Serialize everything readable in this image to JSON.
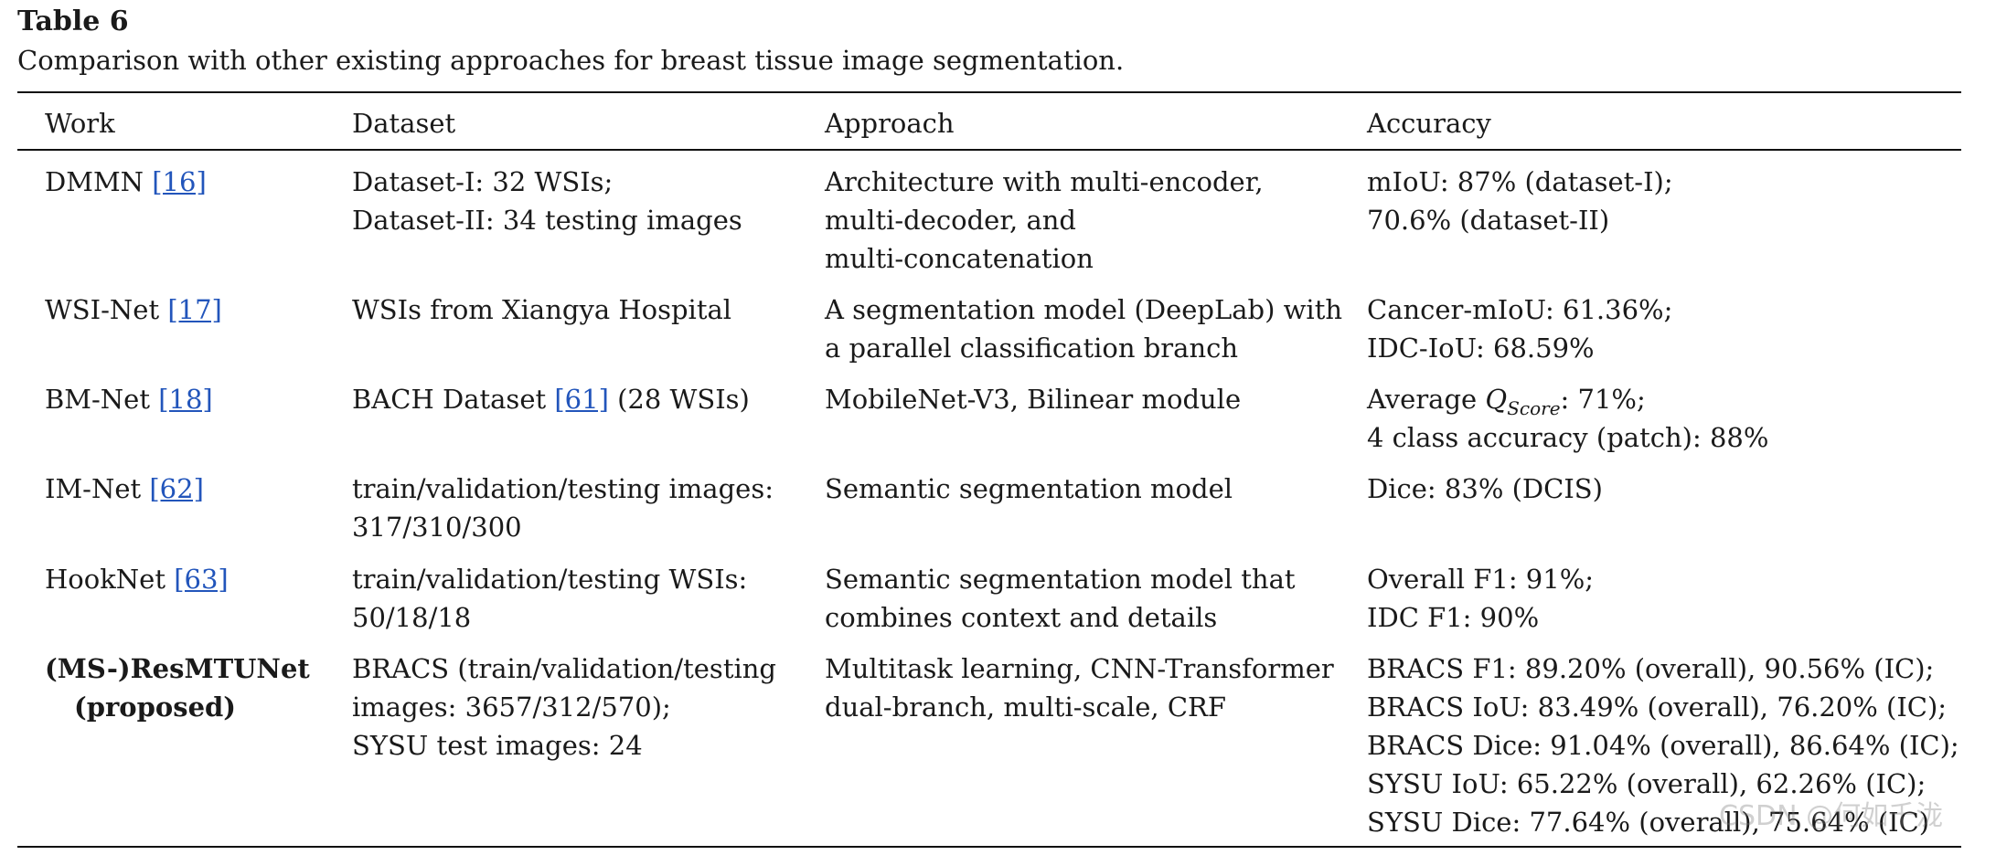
{
  "title": "Table 6",
  "caption": "Comparison with other existing approaches for breast tissue image segmentation.",
  "headers": {
    "work": "Work",
    "dataset": "Dataset",
    "approach": "Approach",
    "accuracy": "Accuracy"
  },
  "rows": [
    {
      "work_name": "DMMN",
      "work_ref": "[16]",
      "dataset": [
        "Dataset-I: 32 WSIs;",
        "Dataset-II: 34 testing images"
      ],
      "approach": [
        "Architecture with multi-encoder,",
        "multi-decoder, and",
        "multi-concatenation"
      ],
      "accuracy": [
        "mIoU: 87% (dataset-I);",
        "70.6% (dataset-II)"
      ]
    },
    {
      "work_name": "WSI-Net",
      "work_ref": "[17]",
      "dataset": [
        "WSIs from Xiangya Hospital"
      ],
      "approach": [
        "A segmentation model (DeepLab) with",
        "a parallel classification branch"
      ],
      "accuracy": [
        "Cancer-mIoU: 61.36%;",
        "IDC-IoU: 68.59%"
      ]
    },
    {
      "work_name": "BM-Net",
      "work_ref": "[18]",
      "dataset_prefix": "BACH Dataset",
      "dataset_ref": "[61]",
      "dataset_suffix": "(28 WSIs)",
      "approach": [
        "MobileNet-V3, Bilinear module"
      ],
      "accuracy_prefix": "Average",
      "accuracy_q": "Q",
      "accuracy_sub": "Score",
      "accuracy_suffix": ": 71%;",
      "accuracy": [
        "4 class accuracy (patch): 88%"
      ]
    },
    {
      "work_name": "IM-Net",
      "work_ref": "[62]",
      "dataset": [
        "train/validation/testing images:",
        "317/310/300"
      ],
      "approach": [
        "Semantic segmentation model"
      ],
      "accuracy": [
        "Dice: 83% (DCIS)"
      ]
    },
    {
      "work_name": "HookNet",
      "work_ref": "[63]",
      "dataset": [
        "train/validation/testing WSIs:",
        "50/18/18"
      ],
      "approach": [
        "Semantic segmentation model that",
        "combines context and details"
      ],
      "accuracy": [
        "Overall F1: 91%;",
        "IDC F1: 90%"
      ]
    },
    {
      "work_line1": "(MS-)ResMTUNet",
      "work_line2": "(proposed)",
      "dataset": [
        "BRACS (train/validation/testing",
        "images: 3657/312/570);",
        "SYSU test images: 24"
      ],
      "approach": [
        "Multitask learning, CNN-Transformer",
        "dual-branch, multi-scale, CRF"
      ],
      "accuracy": [
        "BRACS F1: 89.20% (overall), 90.56% (IC);",
        "BRACS IoU: 83.49% (overall), 76.20% (IC);",
        "BRACS Dice: 91.04% (overall), 86.64% (IC);",
        "SYSU IoU: 65.22% (overall), 62.26% (IC);",
        "SYSU Dice: 77.64% (overall), 75.64% (IC)"
      ]
    }
  ],
  "watermark": "CSDN @何如千泷",
  "colors": {
    "text": "#1a1a1a",
    "link": "#2255bb",
    "rule": "#111111"
  }
}
